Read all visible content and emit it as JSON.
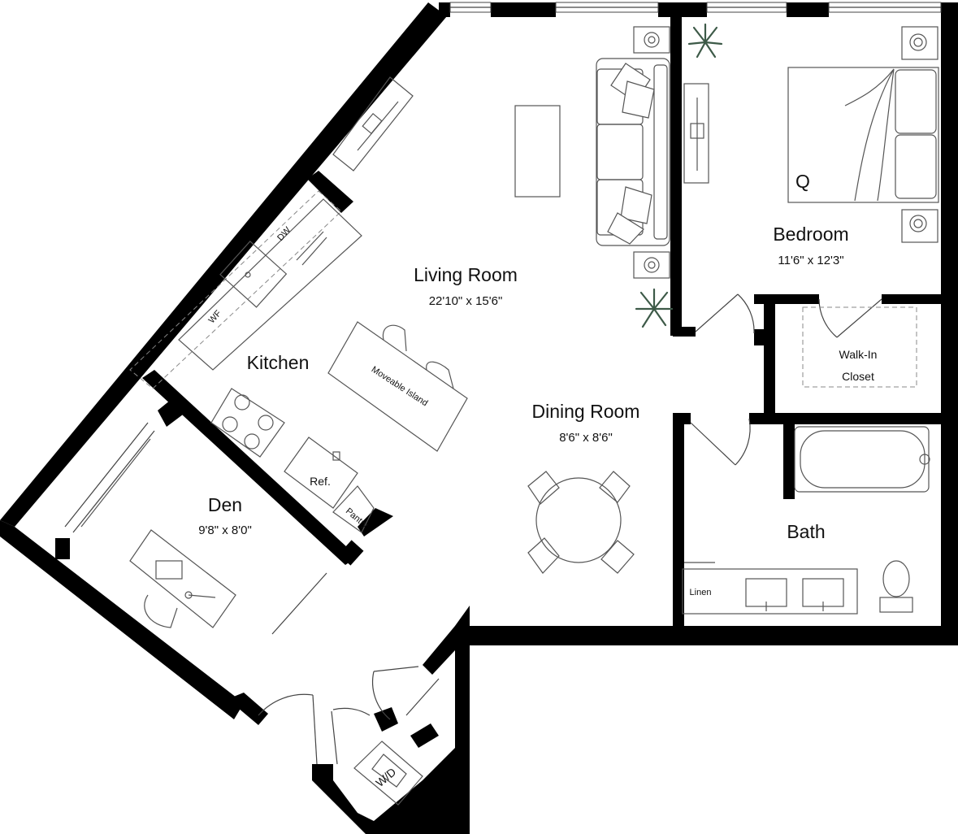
{
  "rooms": {
    "living": {
      "name": "Living Room",
      "dims": "22'10\" x 15'6\""
    },
    "bedroom": {
      "name": "Bedroom",
      "dims": "11'6\" x 12'3\""
    },
    "kitchen": {
      "name": "Kitchen"
    },
    "dining": {
      "name": "Dining Room",
      "dims": "8'6\" x 8'6\""
    },
    "den": {
      "name": "Den",
      "dims": "9'8\" x 8'0\""
    },
    "bath": {
      "name": "Bath"
    },
    "closet": {
      "line1": "Walk-In",
      "line2": "Closet"
    }
  },
  "fixtures": {
    "dw": "DW",
    "wf": "WF",
    "ref": "Ref.",
    "pantry": "Pantry",
    "island": "Moveable Island",
    "bed": "Q",
    "linen": "Linen",
    "wd": "W/D"
  },
  "colors": {
    "wall": "#000000",
    "line": "#555555",
    "plant": "#3d5a48"
  }
}
